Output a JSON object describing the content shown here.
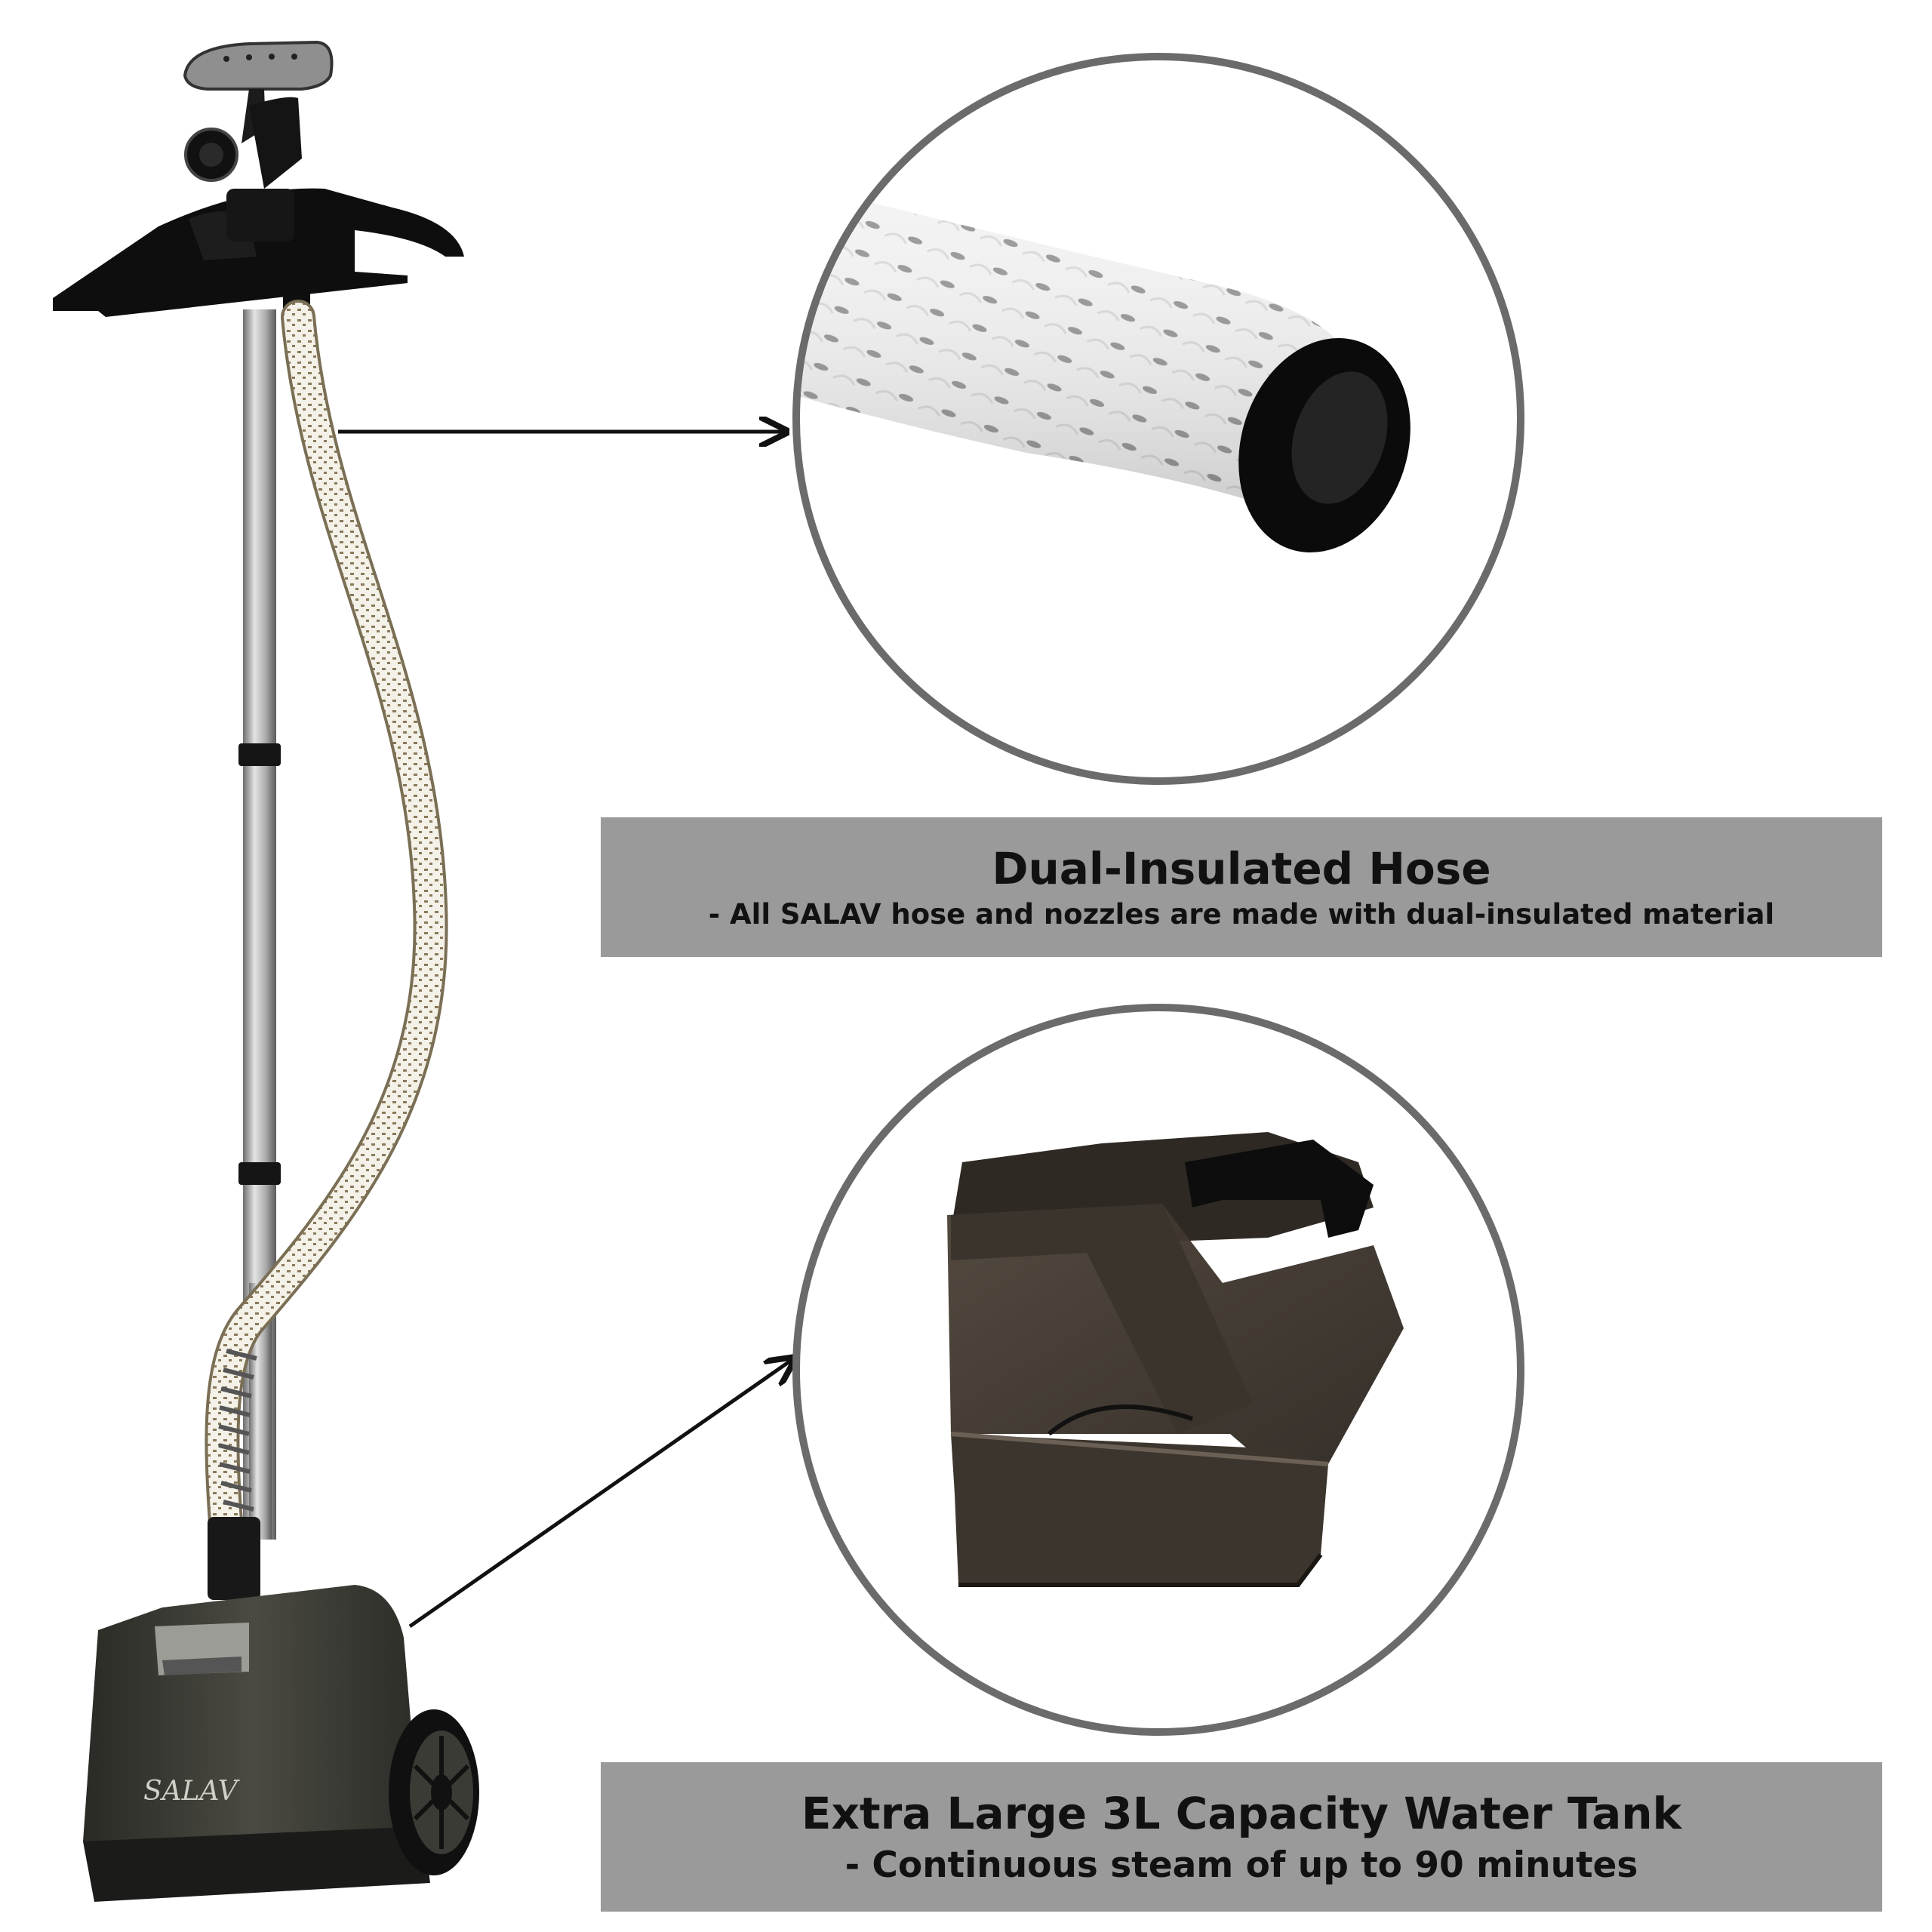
{
  "brand": {
    "logo_text": "SALAV"
  },
  "features": [
    {
      "title": "Dual-Insulated Hose",
      "subtitle": "- All SALAV hose and nozzles are made with dual-insulated material"
    },
    {
      "title": "Extra Large 3L Capacity Water Tank",
      "subtitle": "- Continuous steam of up to 90 minutes"
    }
  ],
  "colors": {
    "banner_bg": "#9a9a9a",
    "circle_border": "#6b6b6b",
    "steamer_body": "#3a3a35",
    "hose_braid": "#f2efe6",
    "pole": "#b8b8b8"
  },
  "icons": {
    "hose_closeup": "hose-closeup-illustration",
    "tank_closeup": "water-tank-illustration",
    "steamer": "garment-steamer-illustration"
  }
}
